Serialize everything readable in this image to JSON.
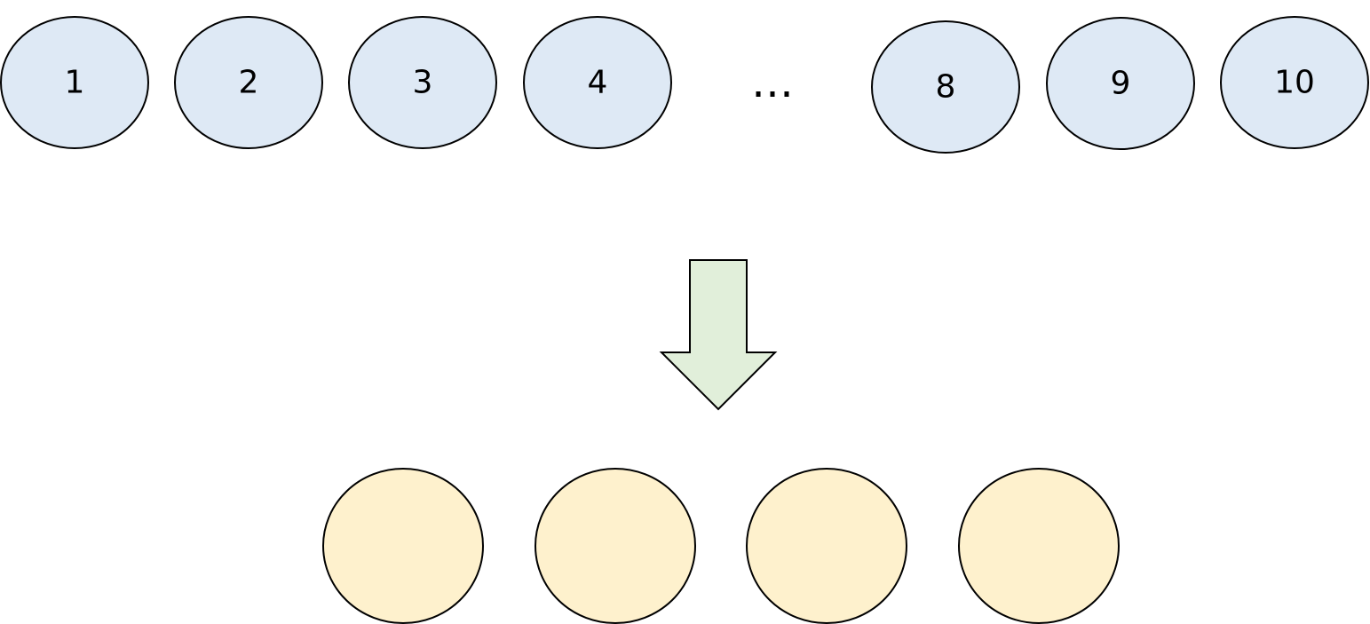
{
  "colors": {
    "top_node_fill": "#dee9f5",
    "arrow_fill": "#e1efda",
    "bottom_node_fill": "#fef1cd",
    "stroke": "#000000"
  },
  "top_nodes": [
    "1",
    "2",
    "3",
    "4",
    "8",
    "9",
    "10"
  ],
  "ellipsis": "…",
  "bottom_node_count": 4
}
